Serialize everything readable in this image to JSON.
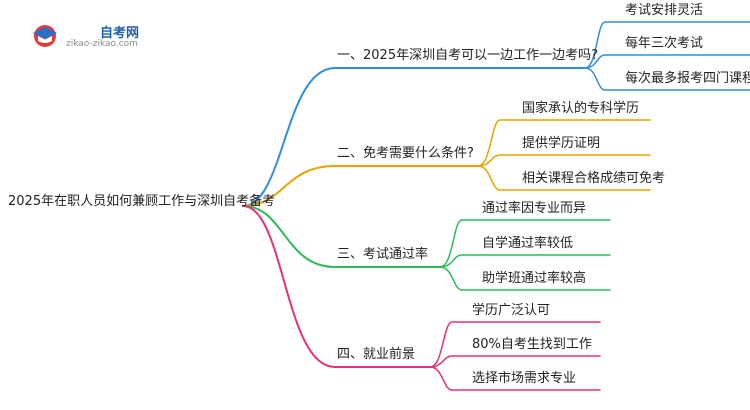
{
  "logo": {
    "title": "自考网",
    "subtitle": "zikao-zikao.com"
  },
  "root": {
    "label": "2025年在职人员如何兼顾工作与深圳自考备考"
  },
  "branches": [
    {
      "label": "一、2025年深圳自考可以一边工作一边考吗?",
      "color": "#2e8fe0",
      "children": [
        "考试安排灵活",
        "每年三次考试",
        "每次最多报考四门课程"
      ]
    },
    {
      "label": "二、免考需要什么条件?",
      "color": "#e8a300",
      "children": [
        "国家承认的专科学历",
        "提供学历证明",
        "相关课程合格成绩可免考"
      ]
    },
    {
      "label": "三、考试通过率",
      "color": "#2dbb57",
      "children": [
        "通过率因专业而异",
        "自学通过率较低",
        "助学班通过率较高"
      ]
    },
    {
      "label": "四、就业前景",
      "color": "#e8307a",
      "children": [
        "学历广泛认可",
        "80%自考生找到工作",
        "选择市场需求专业"
      ]
    }
  ]
}
